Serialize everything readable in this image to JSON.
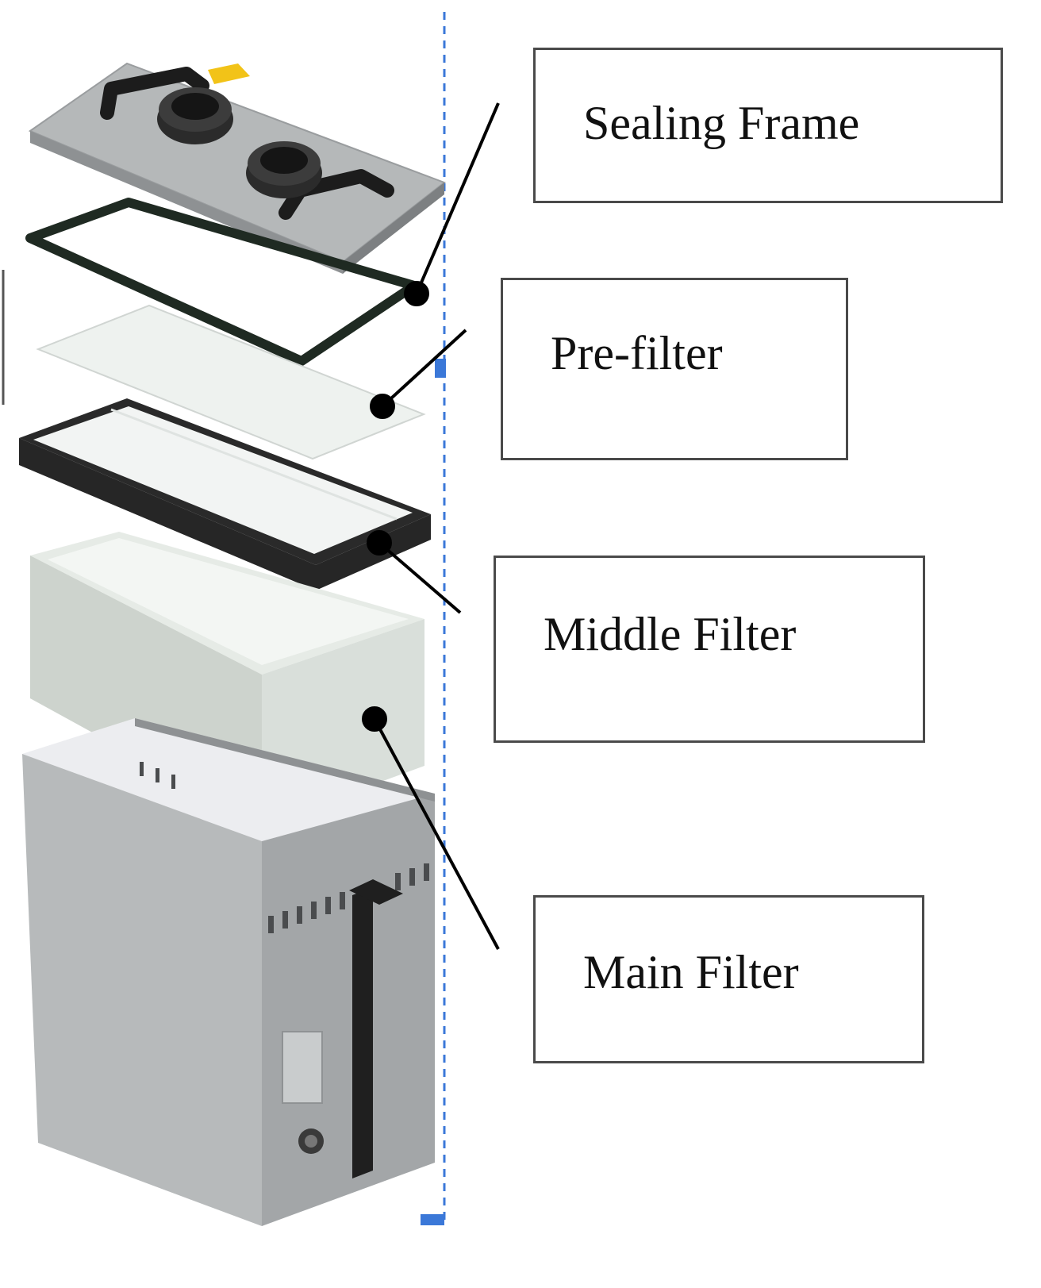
{
  "diagram": {
    "components": [
      {
        "key": "sealing_frame",
        "label": "Sealing Frame"
      },
      {
        "key": "pre_filter",
        "label": "Pre-filter"
      },
      {
        "key": "middle_filter",
        "label": "Middle Filter"
      },
      {
        "key": "main_filter",
        "label": "Main Filter"
      }
    ],
    "colors": {
      "housing": "#b9bcbd",
      "housing_dark": "#8e9193",
      "gasket": "#1f2a22",
      "filter_media": "#eef2ef",
      "filter_frame": "#2a2a2a",
      "main_filter_block": "#d6dbd6",
      "accent_yellow": "#f2c318",
      "axis_line": "#3b78d8",
      "leader_line": "#000000"
    },
    "icons": [
      "handle-icon",
      "port-icon"
    ]
  }
}
